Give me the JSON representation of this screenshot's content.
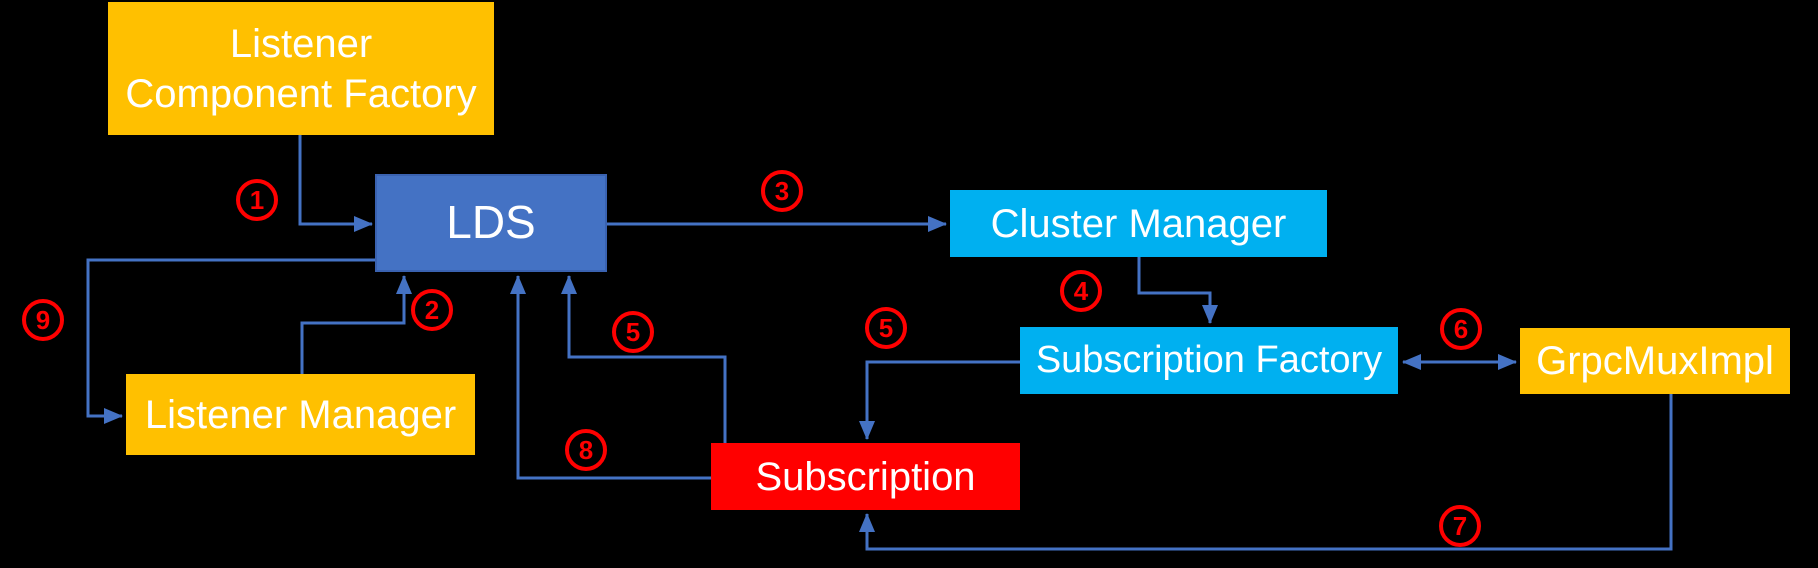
{
  "diagram": {
    "background": "#000000",
    "nodes": [
      {
        "id": "listener-component-factory",
        "label": "Listener\nComponent Factory",
        "fill": "#FFC000"
      },
      {
        "id": "lds",
        "label": "LDS",
        "fill": "#4472C4"
      },
      {
        "id": "listener-manager",
        "label": "Listener Manager",
        "fill": "#FFC000"
      },
      {
        "id": "cluster-manager",
        "label": "Cluster Manager",
        "fill": "#00B0F0"
      },
      {
        "id": "subscription-factory",
        "label": "Subscription Factory",
        "fill": "#00B0F0"
      },
      {
        "id": "grpc-mux-impl",
        "label": "GrpcMuxImpl",
        "fill": "#FFC000"
      },
      {
        "id": "subscription",
        "label": "Subscription",
        "fill": "#FF0000"
      }
    ],
    "edges": [
      {
        "step": "1",
        "from": "Listener Component Factory",
        "to": "LDS",
        "direction": "one-way"
      },
      {
        "step": "2",
        "from": "Listener Manager",
        "to": "LDS",
        "direction": "one-way"
      },
      {
        "step": "3",
        "from": "LDS",
        "to": "Cluster Manager",
        "direction": "one-way"
      },
      {
        "step": "4",
        "from": "Cluster Manager",
        "to": "Subscription Factory",
        "direction": "one-way"
      },
      {
        "step": "5",
        "from": "Subscription Factory",
        "to": "Subscription",
        "direction": "one-way"
      },
      {
        "step": "5",
        "from": "Subscription",
        "to": "LDS",
        "direction": "one-way"
      },
      {
        "step": "6",
        "from": "Subscription Factory",
        "to": "GrpcMuxImpl",
        "direction": "two-way"
      },
      {
        "step": "7",
        "from": "GrpcMuxImpl",
        "to": "Subscription",
        "direction": "one-way"
      },
      {
        "step": "8",
        "from": "Subscription",
        "to": "LDS",
        "direction": "one-way"
      },
      {
        "step": "9",
        "from": "LDS",
        "to": "Listener Manager",
        "direction": "one-way"
      }
    ],
    "colors": {
      "yellow": "#FFC000",
      "light_blue": "#00B0F0",
      "dark_blue": "#4472C4",
      "red": "#FF0000",
      "connector": "#4472C4",
      "annotation": "#FF0000"
    }
  }
}
